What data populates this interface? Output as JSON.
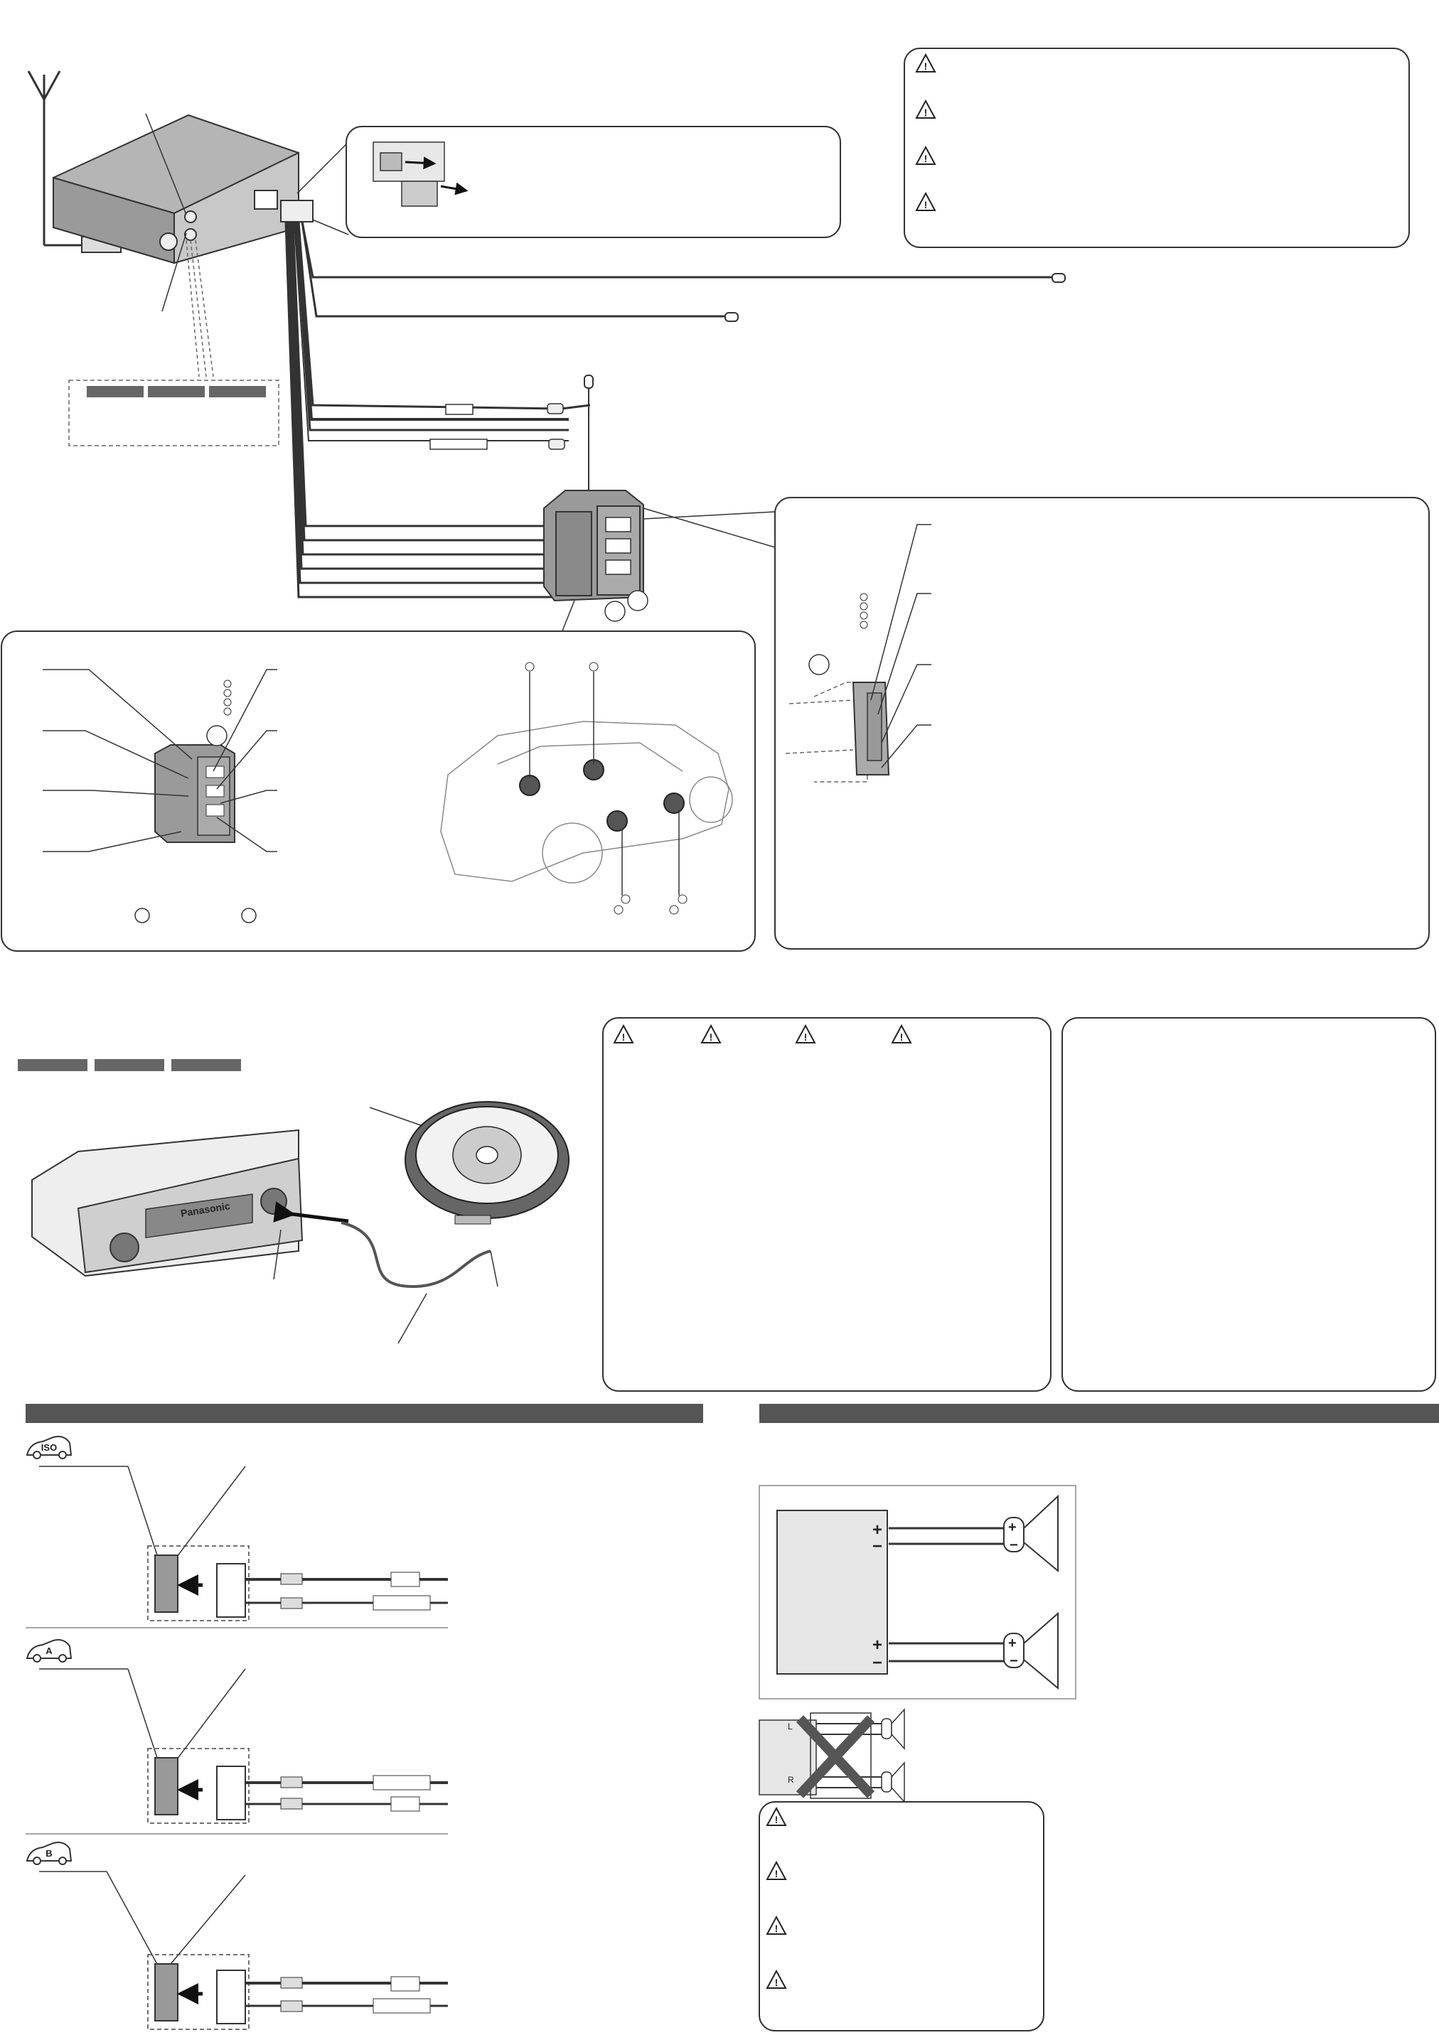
{
  "brand_label": "Panasonic",
  "car_badges": [
    "ISO",
    "A",
    "B"
  ],
  "speaker_polarity": [
    "+",
    "−",
    "+",
    "−",
    "+",
    "−",
    "+",
    "−"
  ],
  "wrong_wiring_channels": [
    "L",
    "R"
  ],
  "icons": [
    "warning-icon",
    "antenna-icon",
    "car-icon",
    "speaker-icon",
    "cross-icon"
  ]
}
